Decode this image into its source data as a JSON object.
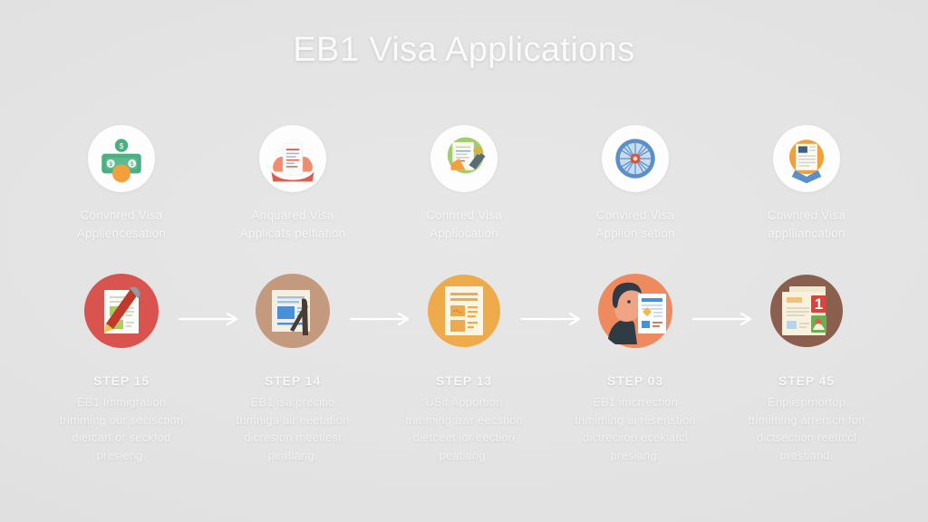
{
  "header": {
    "title": "EB1 Visa Applications"
  },
  "colors": {
    "background": "#e3e3e3",
    "title_text": "#fafafa",
    "caption_text": "#f4f4f4",
    "arrow": "#ffffff",
    "badge_1": "#d9534f",
    "badge_2": "#c49a7e",
    "badge_3": "#eeab4c",
    "badge_4": "#ef8a5f",
    "badge_5": "#8a5f4d",
    "icon_green": "#4caf82",
    "icon_orange": "#f3a03c",
    "icon_red": "#e05b4c",
    "icon_blue": "#5b8fc9"
  },
  "top_row": {
    "items": [
      {
        "icon": "money-green-icon",
        "caption_line1": "Convnred Visa",
        "caption_line2": "Appliencesation"
      },
      {
        "icon": "hands-holding-document-icon",
        "caption_line1": "Anquared Visa",
        "caption_line2": "Applicats pelfiation"
      },
      {
        "icon": "document-stamp-icon",
        "caption_line1": "Connred Visa",
        "caption_line2": "Appliocation"
      },
      {
        "icon": "wheel-globe-icon",
        "caption_line1": "Convired Visa",
        "caption_line2": "Applion setion"
      },
      {
        "icon": "flag-document-icon",
        "caption_line1": "Cownred Visa",
        "caption_line2": "applliancation"
      }
    ]
  },
  "bottom_row": {
    "items": [
      {
        "icon": "document-pen-red-icon",
        "step": "STEP 15",
        "caption_line1": "EB1 Immigration",
        "caption_line2": "trimming our secisction",
        "caption_line3": "dietcart or seckfod",
        "caption_line4": "presieng."
      },
      {
        "icon": "document-pen-blue-icon",
        "step": "STEP 14",
        "caption_line1": "EB1 isa precitio",
        "caption_line2": "trimniga air eeetation",
        "caption_line3": "dicresion meetlest",
        "caption_line4": "peatiang."
      },
      {
        "icon": "document-form-orange-icon",
        "step": "STEP 13",
        "caption_line1": "USit Apportion",
        "caption_line2": "trimming awr eecstion",
        "caption_line3": "dietceet ior eectiori",
        "caption_line4": "peatiang."
      },
      {
        "icon": "person-profile-document-icon",
        "step": "STEP 03",
        "caption_line1": "EB1 imcrrection",
        "caption_line2": "trimiming ai resenstion",
        "caption_line3": "dictreciiop ecekiatcl",
        "caption_line4": "presiang."
      },
      {
        "icon": "document-badge-one-icon",
        "step": "STEP 45",
        "caption_line1": "Enplisprnortop",
        "caption_line2": "trimiming arrerscn fon",
        "caption_line3": "dictsection reettccl",
        "caption_line4": "prestiand."
      }
    ]
  },
  "arrows": {
    "count": 4,
    "direction": "right",
    "label": "next-step-arrow"
  }
}
